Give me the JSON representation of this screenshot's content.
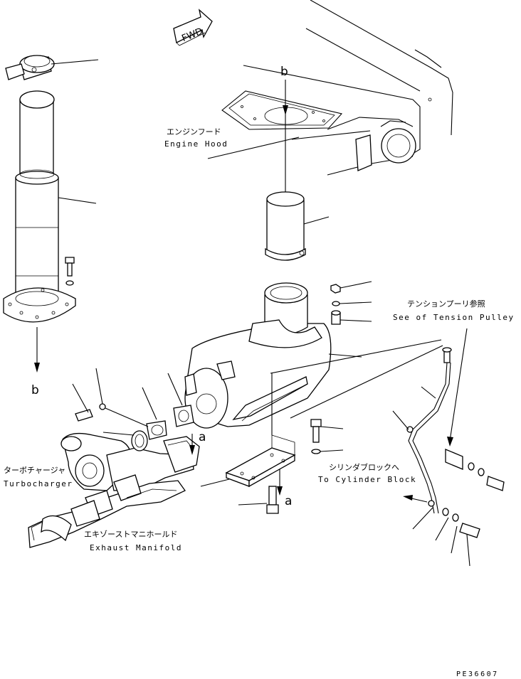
{
  "labels": {
    "fwd": "FWD",
    "engine_hood_jp": "エンジンフード",
    "engine_hood_en": "Engine Hood",
    "tension_pulley_jp": "テンションプーリ参照",
    "tension_pulley_en": "See of Tension Pulley",
    "cylinder_block_jp": "シリンダブロックへ",
    "cylinder_block_en": "To Cylinder Block",
    "turbocharger_jp": "ターボチャージャ",
    "turbocharger_en": "Turbocharger",
    "exhaust_manifold_jp": "エキゾーストマニホールド",
    "exhaust_manifold_en": "Exhaust Manifold",
    "ref_b_top": "b",
    "ref_b_left": "b",
    "ref_a_right": "a",
    "ref_a_bottom": "a",
    "drawing_code": "PE36607"
  }
}
